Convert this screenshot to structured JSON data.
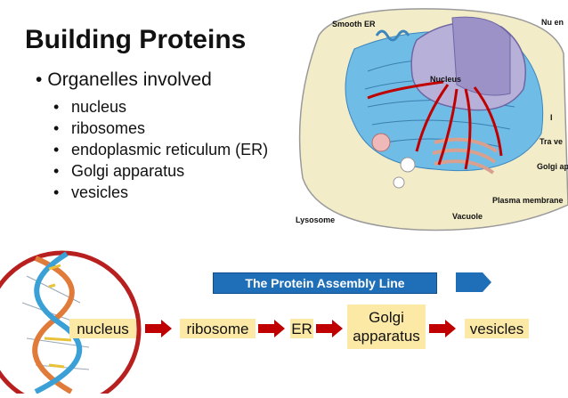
{
  "slide": {
    "title": "Building Proteins",
    "bullet": "Organelles involved",
    "sub_items": [
      "nucleus",
      "ribosomes",
      "endoplasmic reticulum (ER)",
      "Golgi apparatus",
      "vesicles"
    ]
  },
  "cell_diagram": {
    "labels": {
      "smooth_er": "Smooth ER",
      "nucleus": "Nucleus",
      "lysosome": "Lysosome",
      "vacuole": "Vacuole",
      "plasma_membrane": "Plasma membrane",
      "golgi_cut": "Golgi appa",
      "transport_cut": "Tra ve",
      "nuclear_env_cut": "Nu en",
      "rough_cut": "I"
    }
  },
  "assembly_line": {
    "banner": "The Protein Assembly Line",
    "steps": [
      "nucleus",
      "ribosome",
      "ER",
      "Golgi apparatus",
      "vesicles"
    ]
  },
  "colors": {
    "banner": "#1f6fb8",
    "step_fill": "#fde9a6",
    "arrow": "#c00000",
    "dna_circle": "#b81f1f"
  }
}
